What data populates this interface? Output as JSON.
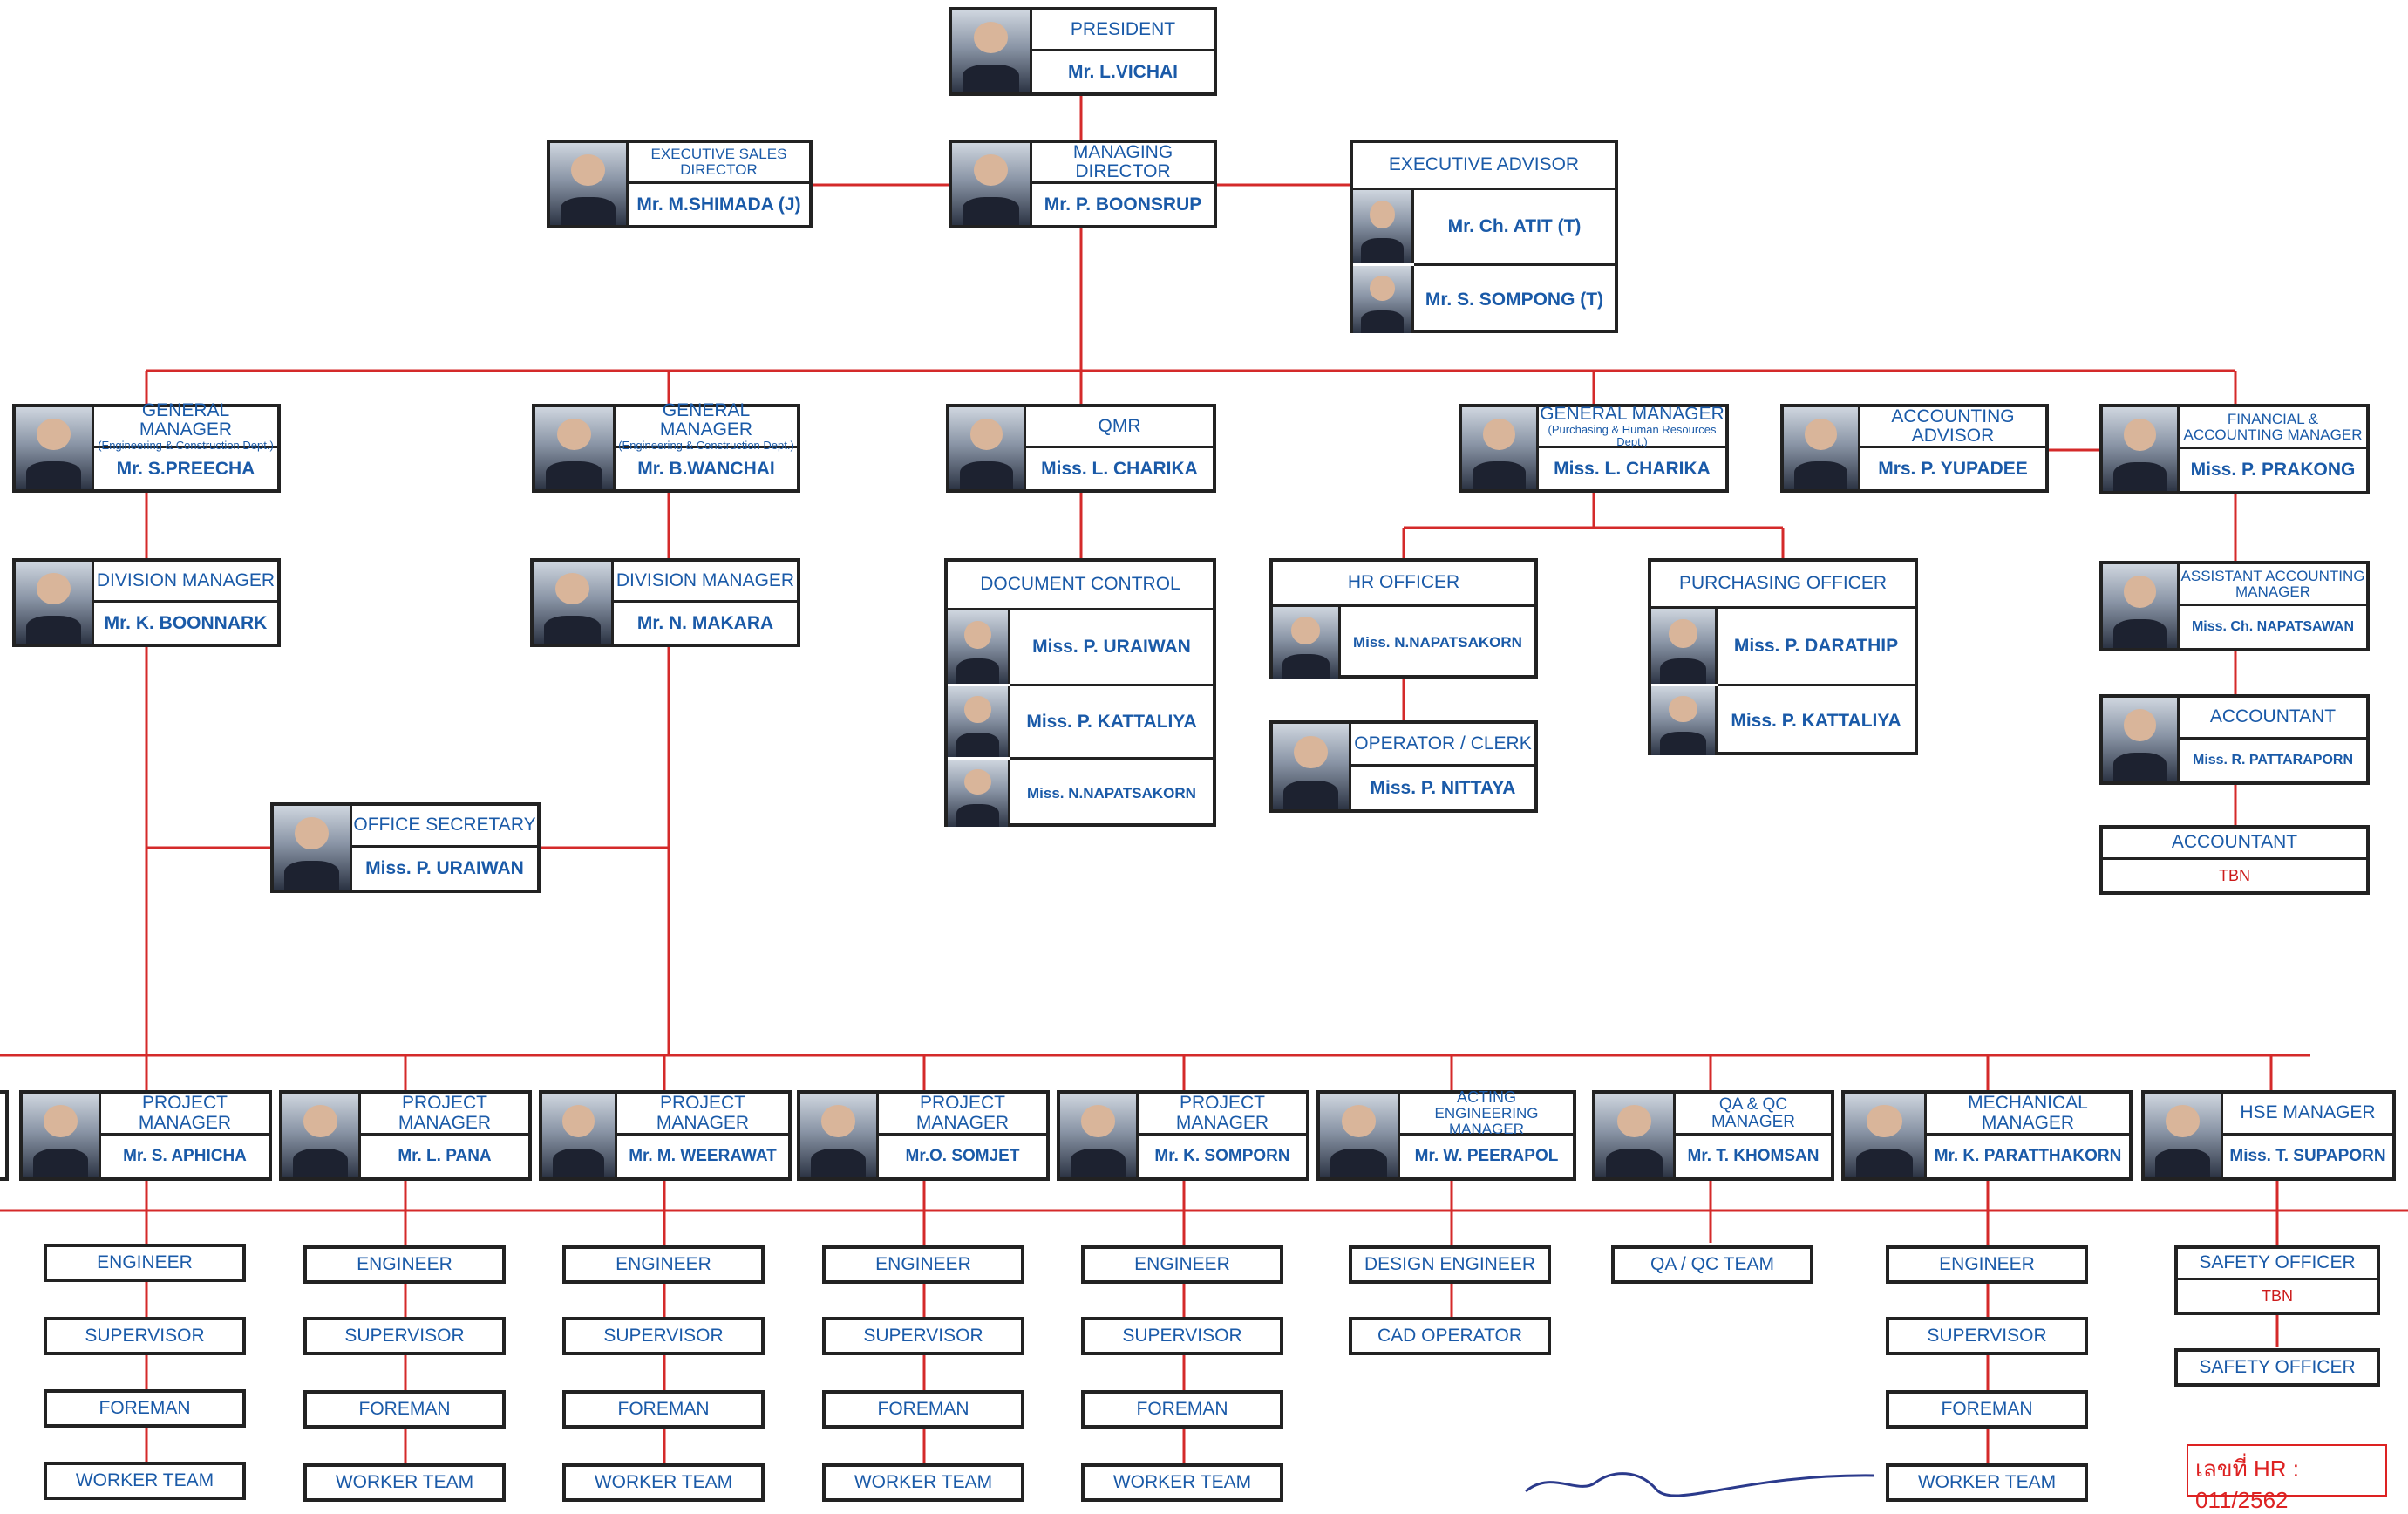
{
  "colors": {
    "line": "#d42a2a",
    "border": "#222222",
    "text": "#1a5aa8",
    "tbn": "#cc1b1b"
  },
  "top": {
    "president": {
      "role": "PRESIDENT",
      "name": "Mr. L.VICHAI"
    },
    "managing_director": {
      "role": "MANAGING DIRECTOR",
      "name": "Mr. P. BOONSRUP"
    },
    "exec_sales": {
      "role": "EXECUTIVE SALES DIRECTOR",
      "name": "Mr. M.SHIMADA (J)"
    },
    "exec_advisor": {
      "role": "EXECUTIVE ADVISOR",
      "names": [
        "Mr. Ch. ATIT (T)",
        "Mr. S. SOMPONG (T)"
      ]
    }
  },
  "level2": {
    "gm1": {
      "role": "GENERAL MANAGER",
      "sub": "(Engineering & Construction Dept.)",
      "name": "Mr. S.PREECHA"
    },
    "gm2": {
      "role": "GENERAL MANAGER",
      "sub": "(Engineering & Construction Dept.)",
      "name": "Mr. B.WANCHAI"
    },
    "qmr": {
      "role": "QMR",
      "name": "Miss. L. CHARIKA"
    },
    "gm3": {
      "role": "GENERAL MANAGER",
      "sub": "(Purchasing & Human Resources Dept.)",
      "name": "Miss. L. CHARIKA"
    },
    "acc_advisor": {
      "role": "ACCOUNTING ADVISOR",
      "name": "Mrs. P. YUPADEE"
    },
    "fin_mgr": {
      "role": "FINANCIAL & ACCOUNTING MANAGER",
      "name": "Miss. P. PRAKONG"
    }
  },
  "level3": {
    "div1": {
      "role": "DIVISION MANAGER",
      "name": "Mr. K. BOONNARK"
    },
    "div2": {
      "role": "DIVISION MANAGER",
      "name": "Mr. N. MAKARA"
    },
    "doc_control": {
      "role": "DOCUMENT CONTROL",
      "names": [
        "Miss. P. URAIWAN",
        "Miss. P. KATTALIYA",
        "Miss. N.NAPATSAKORN"
      ]
    },
    "hr": {
      "role": "HR OFFICER",
      "name": "Miss. N.NAPATSAKORN"
    },
    "operator": {
      "role": "OPERATOR / CLERK",
      "name": "Miss. P. NITTAYA"
    },
    "purchasing": {
      "role": "PURCHASING OFFICER",
      "names": [
        "Miss. P. DARATHIP",
        "Miss. P. KATTALIYA"
      ]
    },
    "asst_acc": {
      "role": "ASSISTANT ACCOUNTING MANAGER",
      "name": "Miss. Ch. NAPATSAWAN"
    },
    "accountant": {
      "role": "ACCOUNTANT",
      "name": "Miss. R. PATTARAPORN"
    },
    "accountant_tbn": {
      "role": "ACCOUNTANT",
      "name": "TBN"
    },
    "secretary": {
      "role": "OFFICE SECRETARY",
      "name": "Miss. P. URAIWAN"
    }
  },
  "managers": [
    {
      "role": "PROJECT MANAGER",
      "name": "Mr. S. APHICHA"
    },
    {
      "role": "PROJECT MANAGER",
      "name": "Mr. L. PANA"
    },
    {
      "role": "PROJECT MANAGER",
      "name": "Mr. M. WEERAWAT"
    },
    {
      "role": "PROJECT MANAGER",
      "name": "Mr.O. SOMJET"
    },
    {
      "role": "PROJECT MANAGER",
      "name": "Mr. K. SOMPORN"
    },
    {
      "role": "ACTING",
      "role2": "ENGINEERING MANAGER",
      "name": "Mr. W. PEERAPOL"
    },
    {
      "role": "QA & QC MANAGER",
      "name": "Mr. T. KHOMSAN"
    },
    {
      "role": "MECHANICAL MANAGER",
      "name": "Mr. K. PARATTHAKORN"
    },
    {
      "role": "HSE  MANAGER",
      "name": "Miss. T. SUPAPORN"
    }
  ],
  "teams": {
    "engineer": "ENGINEER",
    "supervisor": "SUPERVISOR",
    "foreman": "FOREMAN",
    "worker": "WORKER TEAM",
    "design_engineer": "DESIGN ENGINEER",
    "cad_operator": "CAD OPERATOR",
    "qa_qc_team": "QA / QC TEAM",
    "safety_officer": "SAFETY OFFICER",
    "tbn": "TBN"
  },
  "stamp": "เลขที่ HR : 011/2562"
}
